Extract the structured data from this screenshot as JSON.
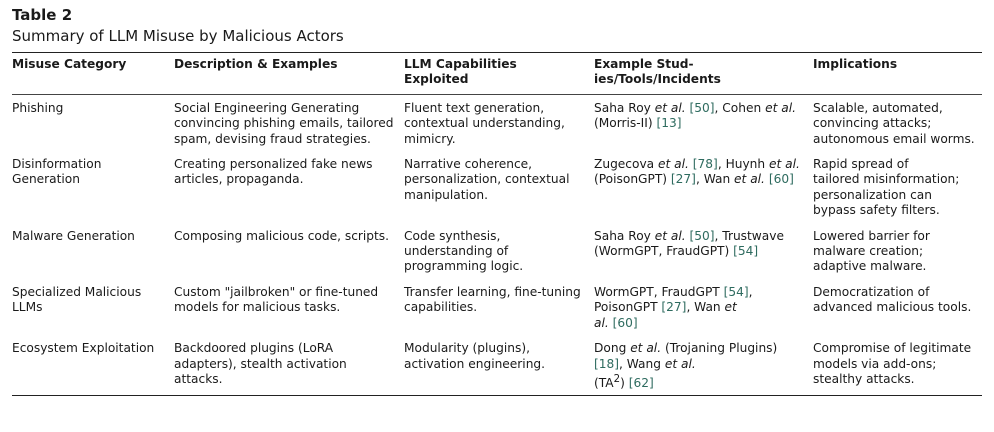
{
  "table_label": "Table 2",
  "table_caption": "Summary of LLM Misuse by Malicious Actors",
  "headers": {
    "category": "Misuse Category",
    "description": "Description & Examples",
    "capabilities_line1": "LLM Capabilities",
    "capabilities_line2": "Exploited",
    "studies_line1": "Example Stud-",
    "studies_line2": "ies/Tools/Incidents",
    "implications": "Implications"
  },
  "rows": [
    {
      "category": "Phishing",
      "description": "Social Engineering Generating convincing phishing emails, tailored spam, devising fraud strategies.",
      "capabilities": "Fluent text generation, contextual understanding, mimicry.",
      "studies": {
        "a1": "Saha Roy",
        "a2": "et al.",
        "r1": "[50]",
        "a3": ", Cohen",
        "a4": "et al.",
        "a5": " (Morris-II)",
        "r2": "[13]"
      },
      "implications": "Scalable, automated, convincing attacks; autonomous email worms."
    },
    {
      "category_line1": "Disinformation",
      "category_line2": "Generation",
      "description": "Creating personalized fake news articles, propaganda.",
      "capabilities": "Narrative coherence, personalization, contextual manipulation.",
      "studies": {
        "a1": "Zugecova",
        "a2": "et al.",
        "r1": "[78]",
        "a3": ", Huynh",
        "a4": "et al.",
        "a5": " (PoisonGPT)",
        "r2": "[27]",
        "a6": ", Wan",
        "a7": "et al.",
        "r3": "[60]"
      },
      "implications_line1": "Rapid spread of",
      "implications_line2": "tailored misinformation; personalization can bypass safety filters."
    },
    {
      "category": "Malware Generation",
      "description": "Composing malicious code, scripts.",
      "capabilities": "Code synthesis, understanding of programming logic.",
      "studies": {
        "a1": "Saha Roy",
        "a2": "et al.",
        "r1": "[50]",
        "a3": ", Trustwave (WormGPT, FraudGPT)",
        "r2": "[54]"
      },
      "implications": "Lowered barrier for malware creation; adaptive malware."
    },
    {
      "category": "Specialized Malicious LLMs",
      "description": "Custom \"jailbroken\" or fine-tuned models for malicious tasks.",
      "capabilities": "Transfer learning, fine-tuning capabilities.",
      "studies": {
        "a1": "WormGPT, FraudGPT",
        "r1": "[54]",
        "a2": ", PoisonGPT",
        "r2": "[27]",
        "a3": ", Wan",
        "a4": "al.",
        "r3": "[60]"
      },
      "implications": "Democratization of advanced malicious tools."
    },
    {
      "category": "Ecosystem Exploitation",
      "description": "Backdoored plugins (LoRA adapters), stealth activation attacks.",
      "capabilities": "Modularity (plugins), activation engineering.",
      "studies": {
        "a1": "Dong",
        "a2": "et al.",
        "a3": " (Trojaning Plugins)",
        "r1": "[18]",
        "a4": ", Wang",
        "a5": "et al.",
        "a6": "(TA",
        "sup": "2",
        "a7": ")",
        "r2": "[62]"
      },
      "implications": "Compromise of legitimate models via add-ons; stealthy attacks."
    }
  ]
}
